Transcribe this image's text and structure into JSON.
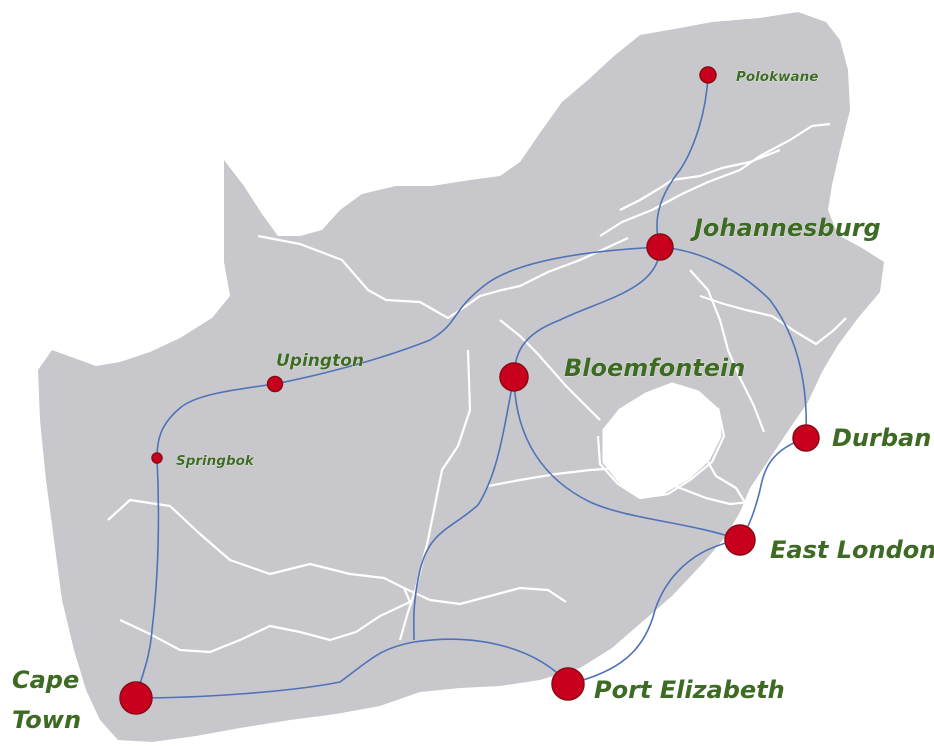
{
  "cities": {
    "polokwane": "Polokwane",
    "johannesburg": "Johannesburg",
    "upington": "Upington",
    "bloemfontein": "Bloemfontein",
    "springbok": "Springbok",
    "durban": "Durban",
    "east_london": "East London",
    "cape_town_line1": "Cape",
    "cape_town_line2": "Town",
    "port_elizabeth": "Port Elizabeth"
  },
  "colors": {
    "land": "#c8c8cc",
    "route": "#4f72b8",
    "city_marker": "#c8001e",
    "label": "#3e6b24"
  }
}
